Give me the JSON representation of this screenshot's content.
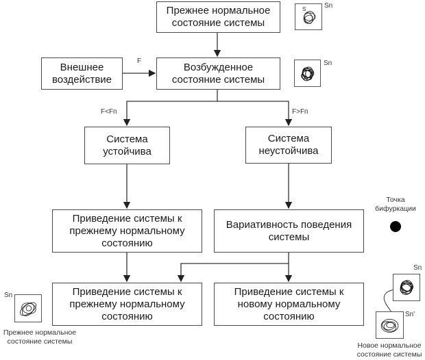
{
  "diagram": {
    "nodes": {
      "prev_state": "Прежнее нормальное\nсостояние системы",
      "external": "Внешнее\nвоздействие",
      "excited": "Возбужденное\nсостояние системы",
      "stable": "Система\nустойчива",
      "unstable": "Система\nнеустойчива",
      "return_mid": "Приведение системы к\nпрежнему нормальному\nсостоянию",
      "variability": "Вариативность поведения\nсистемы",
      "return_bottom": "Приведение системы к\nпрежнему нормальному\nсостоянию",
      "new_state": "Приведение системы к\nновому нормальному\nсостоянию"
    },
    "edge_labels": {
      "force": "F",
      "less": "F<Fп",
      "greater": "F>Fп"
    },
    "thumb_labels": {
      "top_s": "S",
      "top_sn": "Sn",
      "excited_sn": "Sn",
      "left_sn": "Sn",
      "right_sn": "Sn",
      "right_sn_prime": "Sn'"
    },
    "captions": {
      "bifurcation": "Точка\nбифуркации",
      "prev_normal": "Прежнее нормальное\nсостояние системы",
      "new_normal": "Новое нормальное\nсостояние системы"
    }
  }
}
